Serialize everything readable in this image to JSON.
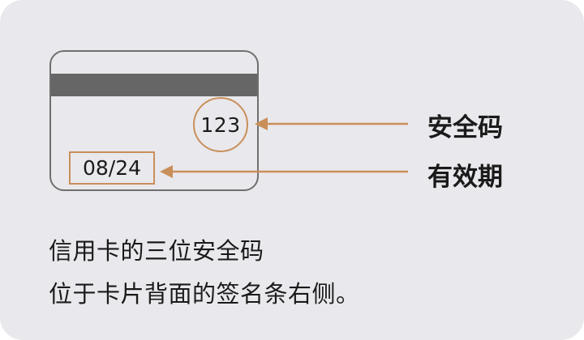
{
  "card": {
    "cvv_code": "123",
    "expiry_date": "08/24"
  },
  "labels": {
    "security_code": "安全码",
    "expiry": "有效期"
  },
  "caption": {
    "line1": "信用卡的三位安全码",
    "line2": "位于卡片背面的签名条右侧。"
  },
  "colors": {
    "panel_background": "#e9e8ec",
    "card_outline": "#6f6f6f",
    "magnetic_stripe": "#666666",
    "highlight_accent": "#c98f5a",
    "text": "#1a1a1a"
  }
}
